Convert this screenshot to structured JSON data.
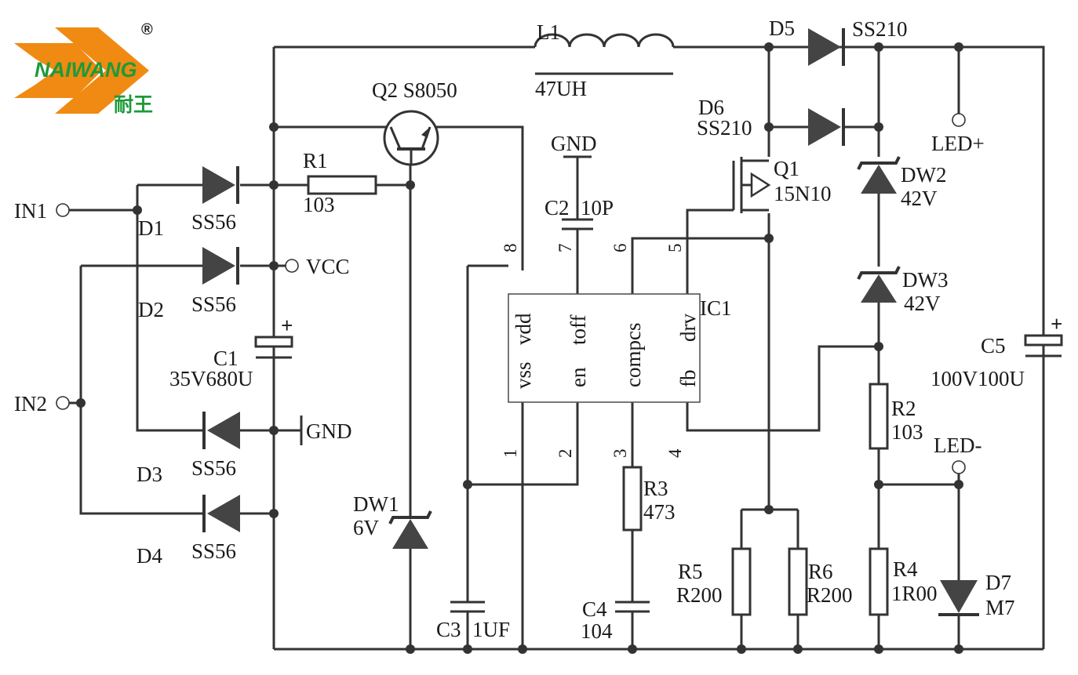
{
  "logo": {
    "brand": "NAIWANG",
    "chinese": "耐王",
    "registered": "®",
    "colors": {
      "orange": "#f08a12",
      "green": "#1d9a3a"
    }
  },
  "terminals": {
    "in1": "IN1",
    "in2": "IN2",
    "vcc": "VCC",
    "gnd": "GND",
    "led_plus": "LED+",
    "led_minus": "LED-"
  },
  "inductor": {
    "ref": "L1",
    "value": "47UH"
  },
  "transistor": {
    "ref": "Q2 S8050"
  },
  "mosfet": {
    "ref": "Q1",
    "value": "15N10"
  },
  "resistors": [
    {
      "ref": "R1",
      "value": "103"
    },
    {
      "ref": "R2",
      "value": "103"
    },
    {
      "ref": "R3",
      "value": "473"
    },
    {
      "ref": "R4",
      "value": "1R00"
    },
    {
      "ref": "R5",
      "value": "R200"
    },
    {
      "ref": "R6",
      "value": "R200"
    }
  ],
  "capacitors": [
    {
      "ref": "C1",
      "value": "35V680U"
    },
    {
      "ref": "C2",
      "value": "10P"
    },
    {
      "ref": "C3",
      "value": "1UF"
    },
    {
      "ref": "C4",
      "value": "104"
    },
    {
      "ref": "C5",
      "value": "100V100U"
    }
  ],
  "diodes": [
    {
      "ref": "D1",
      "value": "SS56"
    },
    {
      "ref": "D2",
      "value": "SS56"
    },
    {
      "ref": "D3",
      "value": "SS56"
    },
    {
      "ref": "D4",
      "value": "SS56"
    },
    {
      "ref": "D5",
      "value": "SS210"
    },
    {
      "ref": "D6",
      "value": "SS210"
    },
    {
      "ref": "D7",
      "value": "M7"
    }
  ],
  "zeners": [
    {
      "ref": "DW1",
      "value": "6V"
    },
    {
      "ref": "DW2",
      "value": "42V"
    },
    {
      "ref": "DW3",
      "value": "42V"
    }
  ],
  "ic": {
    "ref": "IC1",
    "top_pins": [
      {
        "num": "8",
        "name": "vdd"
      },
      {
        "num": "7",
        "name": "toff"
      },
      {
        "num": "6",
        "name": "cs"
      },
      {
        "num": "5",
        "name": "drv"
      }
    ],
    "bottom_pins": [
      {
        "num": "1",
        "name": "vss"
      },
      {
        "num": "2",
        "name": "en"
      },
      {
        "num": "3",
        "name": "comp"
      },
      {
        "num": "4",
        "name": "fb"
      }
    ]
  },
  "polarity_mark": "+"
}
